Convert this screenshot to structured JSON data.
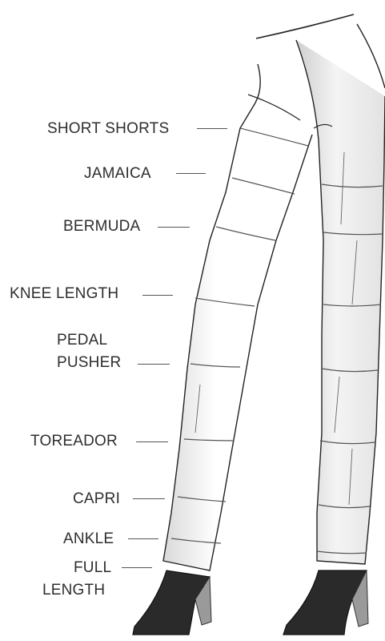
{
  "figure": {
    "labels": [
      {
        "id": "short-shorts",
        "text": "SHORT SHORTS"
      },
      {
        "id": "jamaica",
        "text": "JAMAICA"
      },
      {
        "id": "bermuda",
        "text": "BERMUDA"
      },
      {
        "id": "knee-length",
        "text": "KNEE LENGTH"
      },
      {
        "id": "pedal-pusher-1",
        "text": "PEDAL"
      },
      {
        "id": "pedal-pusher-2",
        "text": "PUSHER"
      },
      {
        "id": "toreador",
        "text": "TOREADOR"
      },
      {
        "id": "capri",
        "text": "CAPRI"
      },
      {
        "id": "ankle",
        "text": "ANKLE"
      },
      {
        "id": "full-length-1",
        "text": "FULL"
      },
      {
        "id": "full-length-2",
        "text": "LENGTH"
      }
    ]
  }
}
